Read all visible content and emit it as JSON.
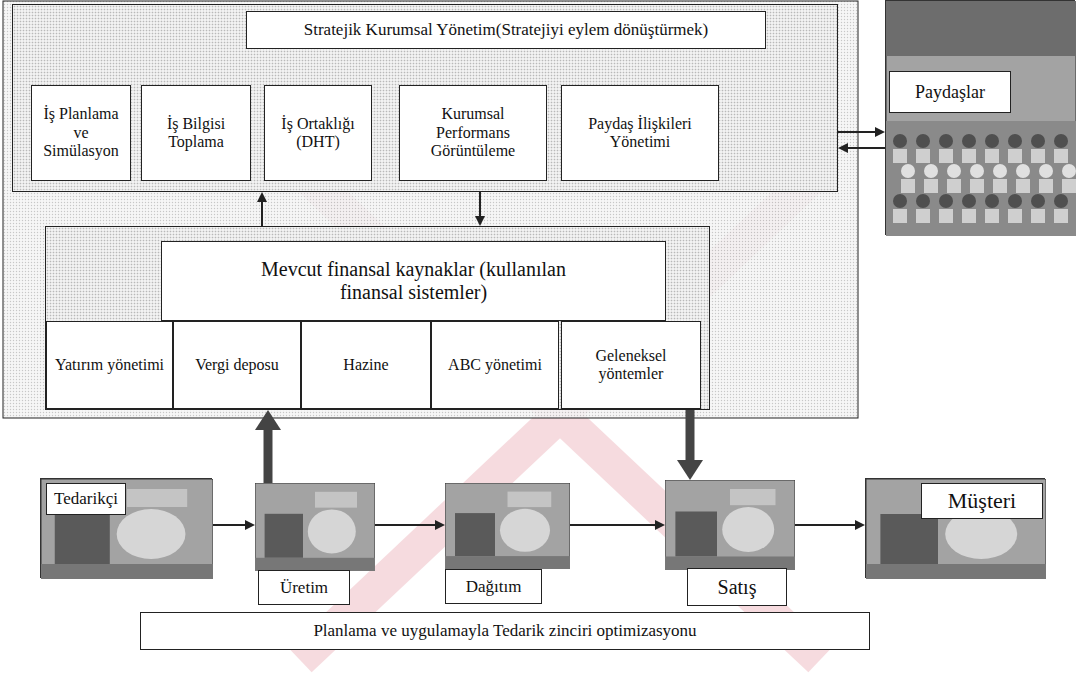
{
  "diagram": {
    "nodes": [
      {
        "text": [
          "Stratejik Kurumsal Yönetim(Stratejiyi eylem dönüştürmek)"
        ]
      },
      {
        "text": [
          "İş Planlama ve Simülasyon"
        ],
        "in": 0
      },
      {
        "text": [
          "İş Bilgisi Toplama"
        ],
        "in": 0
      },
      {
        "text": [
          "İş Ortaklığı (DHT)"
        ],
        "in": 0
      },
      {
        "text": [
          "Kurumsal Performans Görüntüleme"
        ],
        "in": 0
      },
      {
        "text": [
          "Paydaş İlişkileri Yönetimi"
        ],
        "in": 0
      },
      {
        "text": [
          "Paydaşlar"
        ]
      },
      {
        "text": [
          "Mevcut finansal kaynaklar (kullanılan finansal sistemler)"
        ]
      },
      {
        "text": [
          "Yatırım yönetimi"
        ],
        "in": 7
      },
      {
        "text": [
          "Vergi deposu"
        ],
        "in": 7
      },
      {
        "text": [
          "Hazine"
        ],
        "in": 7
      },
      {
        "text": [
          "ABC yönetimi"
        ],
        "in": 7
      },
      {
        "text": [
          "Geleneksel yöntemler"
        ],
        "in": 7
      },
      {
        "text": [
          "Tedarikçi"
        ]
      },
      {
        "text": [
          "Üretim"
        ]
      },
      {
        "text": [
          "Dağıtım"
        ]
      },
      {
        "text": [
          "Satış"
        ]
      },
      {
        "text": [
          "Müşteri"
        ]
      },
      {
        "text": [
          "Planlama ve uygulamayla Tedarik zinciri optimizasyonu"
        ]
      }
    ],
    "edges": [
      {
        "from": 0,
        "to": 6,
        "arrow": "to"
      },
      {
        "from": 6,
        "to": 0,
        "arrow": "to"
      },
      {
        "from": 7,
        "to": 0,
        "arrow": "to"
      },
      {
        "from": 0,
        "to": 7,
        "arrow": "to"
      },
      {
        "from": 14,
        "to": 7,
        "arrow": "to"
      },
      {
        "from": 7,
        "to": 16,
        "arrow": "to"
      },
      {
        "from": 13,
        "to": 14,
        "arrow": "to"
      },
      {
        "from": 14,
        "to": 15,
        "arrow": "to"
      },
      {
        "from": 15,
        "to": 16,
        "arrow": "to"
      },
      {
        "from": 16,
        "to": 17,
        "arrow": "to"
      }
    ]
  }
}
